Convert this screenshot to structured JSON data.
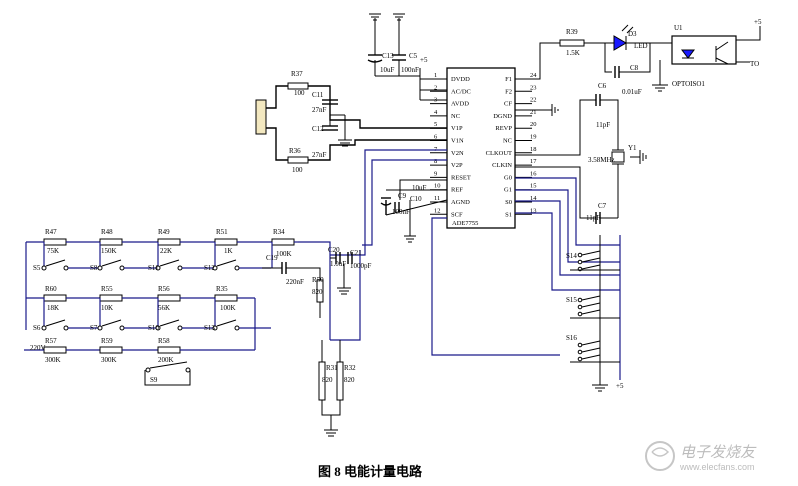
{
  "caption": "图 8  电能计量电路",
  "watermark": {
    "title": "电子发烧友",
    "url": "www.elecfans.com"
  },
  "ic": {
    "part": "ADE7755",
    "left_pins": [
      {
        "num": "1",
        "name": "DVDD"
      },
      {
        "num": "2",
        "name": "AC/DC"
      },
      {
        "num": "3",
        "name": "AVDD"
      },
      {
        "num": "4",
        "name": "NC"
      },
      {
        "num": "5",
        "name": "V1P"
      },
      {
        "num": "6",
        "name": "V1N"
      },
      {
        "num": "7",
        "name": "V2N"
      },
      {
        "num": "8",
        "name": "V2P"
      },
      {
        "num": "9",
        "name": "RESET"
      },
      {
        "num": "10",
        "name": "REF"
      },
      {
        "num": "11",
        "name": "AGND"
      },
      {
        "num": "12",
        "name": "SCF"
      }
    ],
    "right_pins": [
      {
        "num": "24",
        "name": "F1"
      },
      {
        "num": "23",
        "name": "F2"
      },
      {
        "num": "22",
        "name": "CF"
      },
      {
        "num": "21",
        "name": "DGND"
      },
      {
        "num": "20",
        "name": "REVP"
      },
      {
        "num": "19",
        "name": "NC"
      },
      {
        "num": "18",
        "name": "CLKOUT"
      },
      {
        "num": "17",
        "name": "CLKIN"
      },
      {
        "num": "16",
        "name": "G0"
      },
      {
        "num": "15",
        "name": "G1"
      },
      {
        "num": "14",
        "name": "S0"
      },
      {
        "num": "13",
        "name": "S1"
      }
    ]
  },
  "labels": {
    "c13": "C13",
    "c13v": "10uF",
    "c5": "C5",
    "c5v": "100nF",
    "plus5_top": "+5",
    "r37": "R37",
    "r37v": "100",
    "r36": "R36",
    "r36v": "100",
    "c11": "C11",
    "c11v": "27nF",
    "c12": "C12",
    "c12v": "27nF",
    "r39": "R39",
    "r39v": "1.5K",
    "d": "D3",
    "dv": "LED",
    "u": "U1",
    "uv": "OPTOISO1",
    "plus5_u": "+5",
    "to": "TO",
    "c8": "C8",
    "c8v": "0.01uF",
    "c6": "C6",
    "c6v": "11pF",
    "c7": "C7",
    "c7v": "11pF",
    "y": "Y1",
    "yv": "3.58MHz",
    "c9": "C9",
    "c9v": "10uF",
    "c10": "C10",
    "c10v": "100nF",
    "r47": "R47",
    "r47v": "75K",
    "r48": "R48",
    "r48v": "150K",
    "r49": "R49",
    "r49v": "22K",
    "r51": "R51",
    "r51v": "1K",
    "r34": "R34",
    "r34v": "100K",
    "r60": "R60",
    "r60v": "18K",
    "r55": "R55",
    "r55v": "10K",
    "r56": "R56",
    "r56v": "56K",
    "r35": "R35",
    "r35v": "100K",
    "r57": "R57",
    "r57v": "300K",
    "r59": "R59",
    "r59v": "300K",
    "r58": "R58",
    "r58v": "200K",
    "v220": "220V",
    "s5": "S5",
    "s8": "S8",
    "s11": "S11",
    "s12": "S12",
    "s6": "S6",
    "s7": "S7",
    "s10": "S10",
    "s13": "S13",
    "s9": "S9",
    "c19": "C19",
    "c19v": "220nF",
    "c20": "C20",
    "c20v": "1.0uF",
    "c21": "C21",
    "c21v": "1000pF",
    "r50": "R50",
    "r50v": "820",
    "r31": "R31",
    "r31v": "820",
    "r32": "R32",
    "r32v": "820",
    "s14": "S14",
    "s15": "S15",
    "s16": "S16",
    "plus5_bot": "+5"
  }
}
